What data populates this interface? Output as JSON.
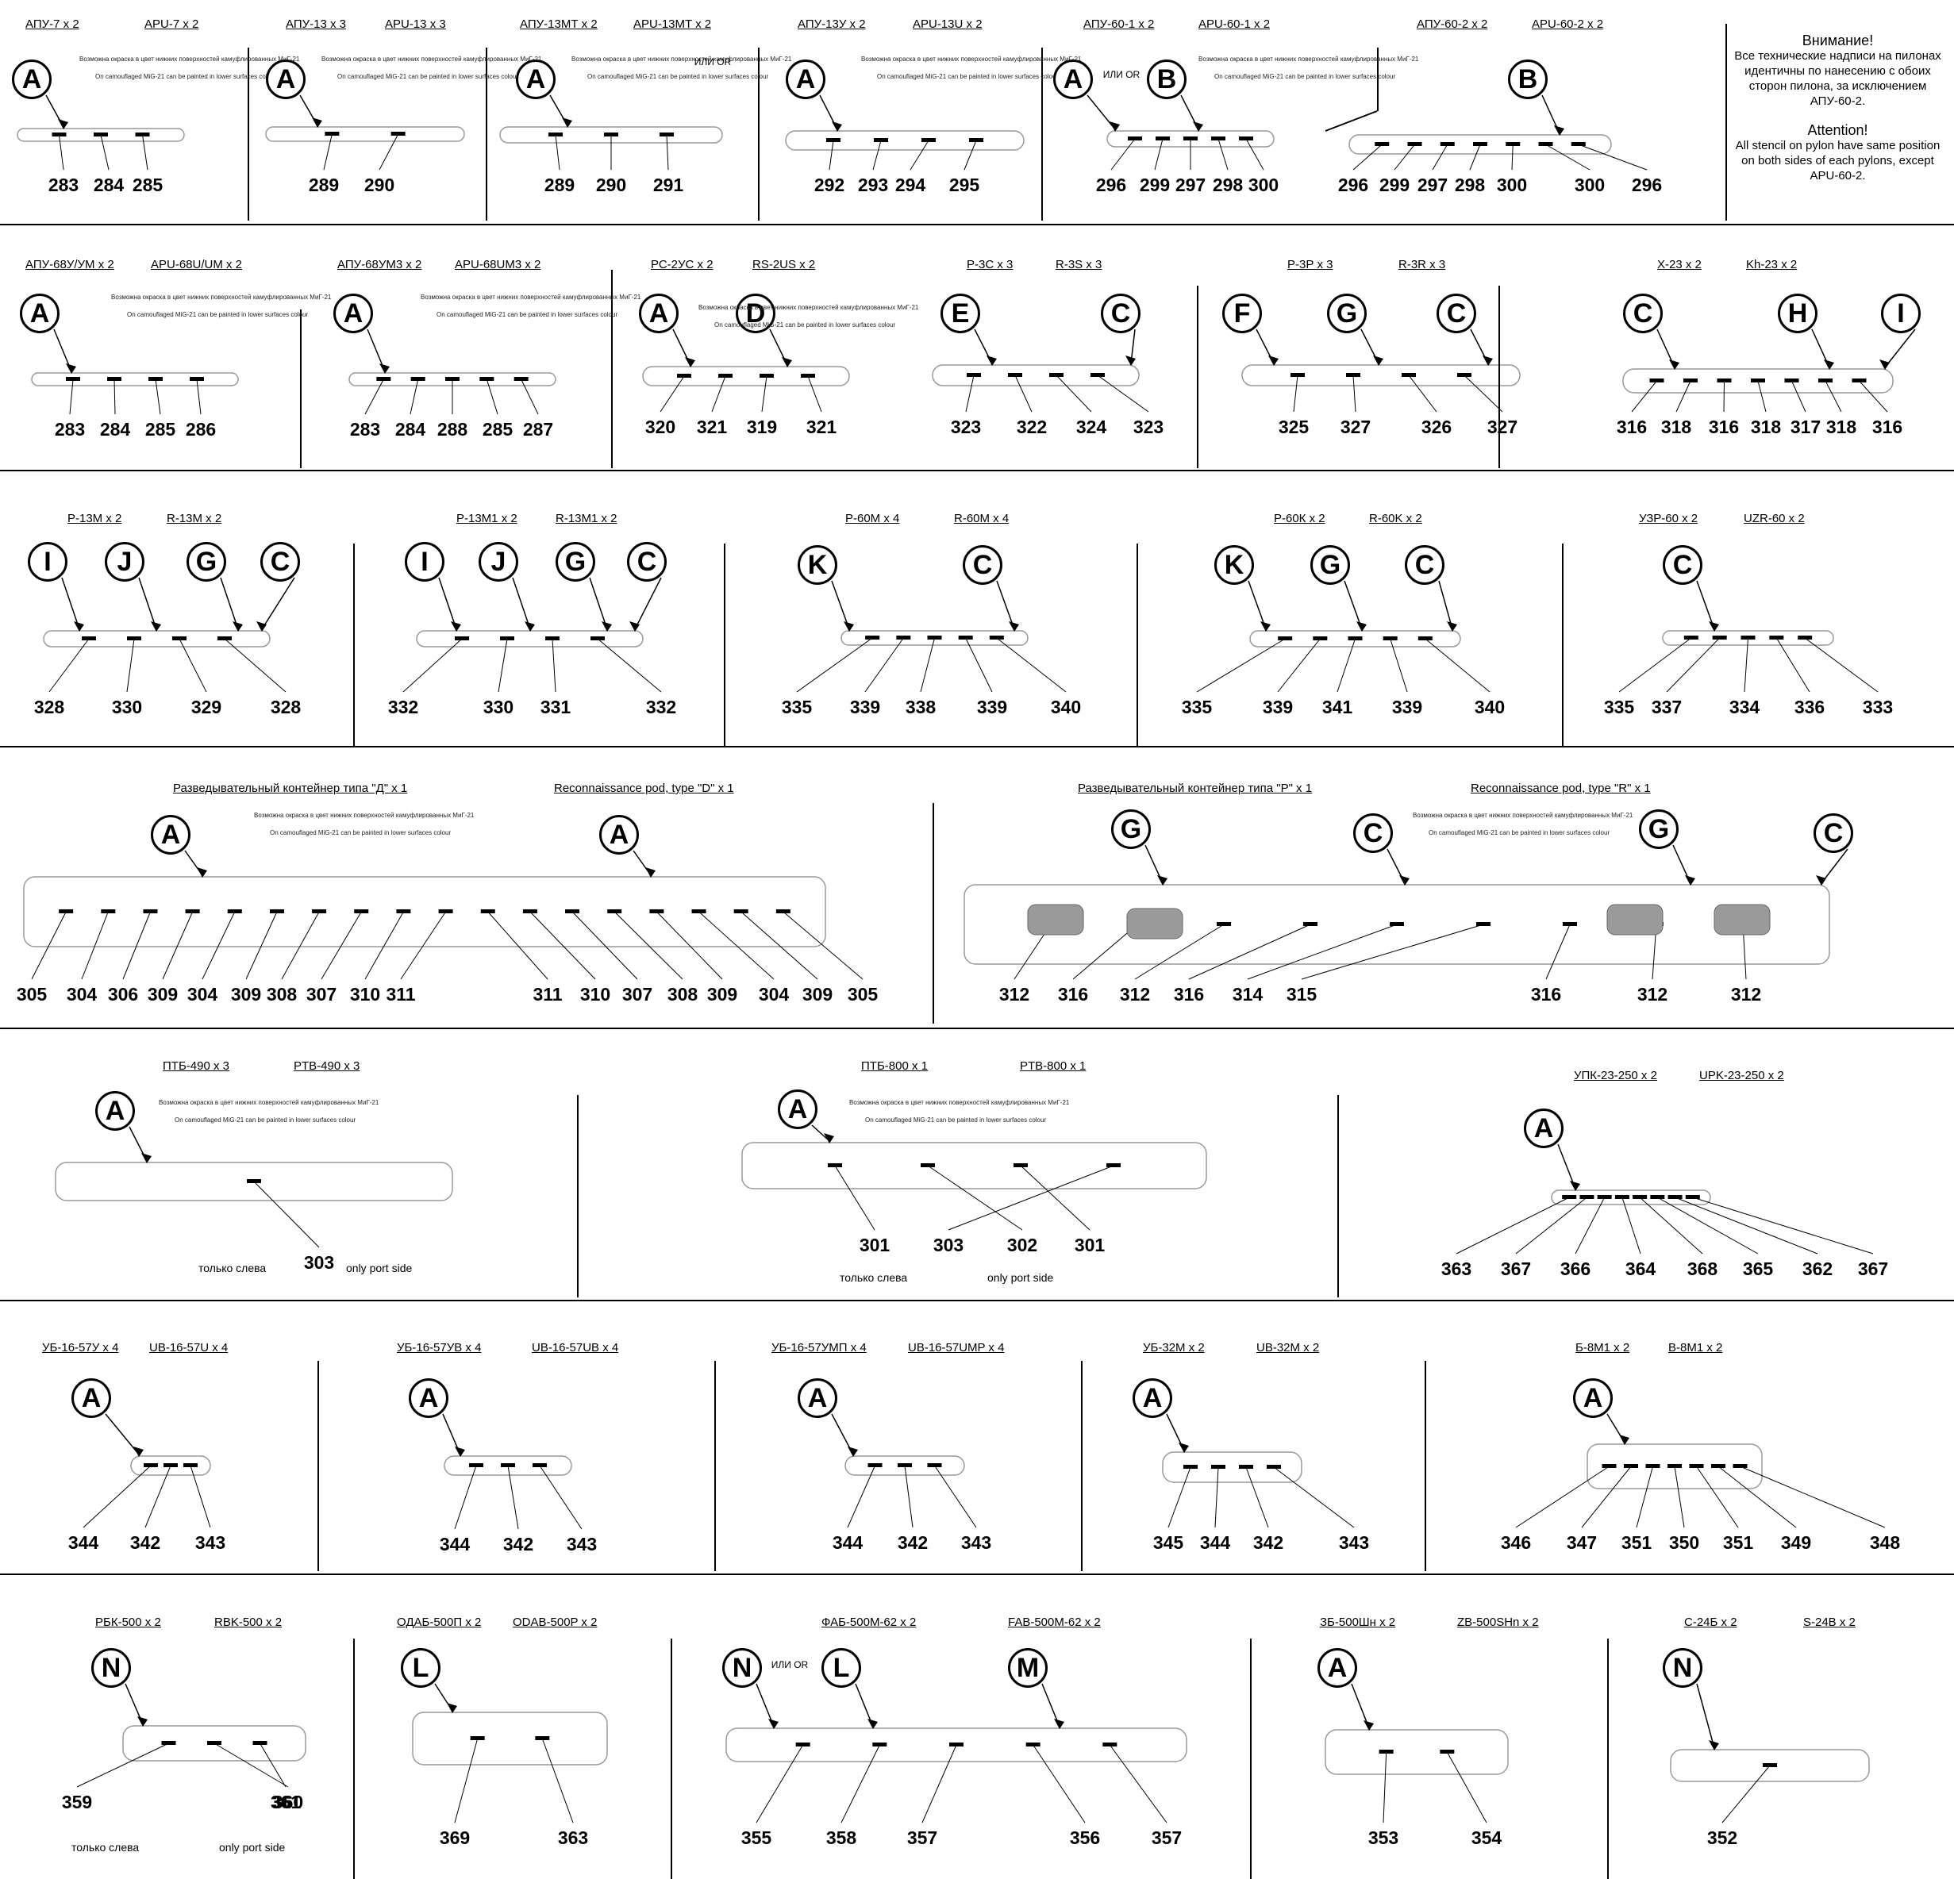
{
  "attention": {
    "ru_title": "Внимание!",
    "ru_text": "Все технические надписи на пилонах идентичны по нанесению с обоих сторон пилона, за исключением АПУ-60-2.",
    "en_title": "Attention!",
    "en_text": "All stencil on pylon have same position on both sides of each pylons, except APU-60-2."
  },
  "paint_note": {
    "ru": "Возможна окраска в цвет нижних поверхностей камуфлированных МиГ-21",
    "en": "On camouflaged MiG-21 can be painted in lower surfaces colour"
  },
  "or_label": "ИЛИ OR",
  "only_port_ru": "только слева",
  "only_port_en": "only port side",
  "items": [
    {
      "ru": "АПУ-7 x 2",
      "en": "APU-7 x 2",
      "markers": [
        "A"
      ],
      "numbers": [
        "283",
        "284",
        "285"
      ],
      "note": true
    },
    {
      "ru": "АПУ-13 x 3",
      "en": "APU-13 x 3",
      "markers": [
        "A"
      ],
      "numbers": [
        "289",
        "290"
      ],
      "note": true
    },
    {
      "ru": "АПУ-13МТ x 2",
      "en": "APU-13MT x 2",
      "markers": [
        "A"
      ],
      "numbers": [
        "289",
        "290",
        "291"
      ],
      "note": true
    },
    {
      "ru": "АПУ-13У x 2",
      "en": "APU-13U x 2",
      "markers": [
        "A"
      ],
      "numbers": [
        "292",
        "293",
        "294",
        "295"
      ],
      "note": true
    },
    {
      "ru": "АПУ-60-1 x 2",
      "en": "APU-60-1 x 2",
      "markers": [
        "A",
        "B"
      ],
      "numbers": [
        "296",
        "299",
        "297",
        "298",
        "300"
      ],
      "note": true
    },
    {
      "ru": "АПУ-60-2 x 2",
      "en": "APU-60-2 x 2",
      "markers": [
        "B"
      ],
      "numbers": [
        "296",
        "299",
        "297",
        "298",
        "300",
        "300",
        "296"
      ],
      "note": false
    },
    {
      "ru": "АПУ-68У/УМ x 2",
      "en": "APU-68U/UM x 2",
      "markers": [
        "A"
      ],
      "numbers": [
        "283",
        "284",
        "285",
        "286"
      ],
      "note": true
    },
    {
      "ru": "АПУ-68УМ3 x 2",
      "en": "APU-68UM3 x 2",
      "markers": [
        "A"
      ],
      "numbers": [
        "283",
        "284",
        "288",
        "285",
        "287"
      ],
      "note": true
    },
    {
      "ru": "РС-2УС x 2",
      "en": "RS-2US x 2",
      "markers": [
        "A",
        "D"
      ],
      "numbers": [
        "320",
        "321",
        "319",
        "321"
      ],
      "note": false
    },
    {
      "ru": "Р-3С x 3",
      "en": "R-3S x 3",
      "markers": [
        "E",
        "C"
      ],
      "numbers": [
        "323",
        "322",
        "324",
        "323"
      ],
      "note": false
    },
    {
      "ru": "Р-3Р x 3",
      "en": "R-3R x 3",
      "markers": [
        "F",
        "G",
        "C"
      ],
      "numbers": [
        "325",
        "327",
        "326",
        "327"
      ],
      "note": false
    },
    {
      "ru": "Х-23 x 2",
      "en": "Kh-23 x 2",
      "markers": [
        "C",
        "H",
        "I"
      ],
      "numbers": [
        "316",
        "318",
        "316",
        "318",
        "317",
        "318",
        "316"
      ],
      "note": false
    },
    {
      "ru": "Р-13М x 2",
      "en": "R-13M x 2",
      "markers": [
        "I",
        "J",
        "G",
        "C"
      ],
      "numbers": [
        "328",
        "330",
        "329",
        "328"
      ],
      "note": false
    },
    {
      "ru": "Р-13М1 x 2",
      "en": "R-13M1 x 2",
      "markers": [
        "I",
        "J",
        "G",
        "C"
      ],
      "numbers": [
        "332",
        "330",
        "331",
        "332"
      ],
      "note": false
    },
    {
      "ru": "Р-60М x 4",
      "en": "R-60M x 4",
      "markers": [
        "K",
        "C"
      ],
      "numbers": [
        "335",
        "339",
        "338",
        "339",
        "340"
      ],
      "note": false
    },
    {
      "ru": "Р-60К x 2",
      "en": "R-60K x 2",
      "markers": [
        "K",
        "G",
        "C"
      ],
      "numbers": [
        "335",
        "339",
        "341",
        "339",
        "340"
      ],
      "note": false
    },
    {
      "ru": "УЗР-60 x 2",
      "en": "UZR-60 x 2",
      "markers": [
        "C"
      ],
      "numbers": [
        "335",
        "337",
        "334",
        "336",
        "333"
      ],
      "note": false
    },
    {
      "ru": "Разведывательный контейнер типа \"Д\" x 1",
      "en": "Reconnaissance pod, type \"D\" x 1",
      "markers": [
        "A",
        "A"
      ],
      "numbers": [
        "305",
        "304",
        "306",
        "309",
        "304",
        "309",
        "308",
        "307",
        "310",
        "311",
        "311",
        "310",
        "307",
        "308",
        "309",
        "304",
        "309",
        "305"
      ],
      "note": true
    },
    {
      "ru": "Разведывательный контейнер типа \"Р\" x 1",
      "en": "Reconnaissance pod, type \"R\" x 1",
      "markers": [
        "G",
        "C",
        "G",
        "C"
      ],
      "numbers": [
        "312",
        "316",
        "312",
        "316",
        "314",
        "315",
        "316",
        "312",
        "312"
      ],
      "note": true
    },
    {
      "ru": "ПТБ-490 x 3",
      "en": "PTB-490 x 3",
      "markers": [
        "A"
      ],
      "numbers": [
        "303"
      ],
      "note": true
    },
    {
      "ru": "ПТБ-800 x 1",
      "en": "PTB-800 x 1",
      "markers": [
        "A"
      ],
      "numbers": [
        "301",
        "302",
        "301",
        "303"
      ],
      "note": true
    },
    {
      "ru": "УПК-23-250 x 2",
      "en": "UPK-23-250 x 2",
      "markers": [
        "A"
      ],
      "numbers": [
        "363",
        "367",
        "366",
        "364",
        "368",
        "365",
        "362",
        "367"
      ],
      "note": false
    },
    {
      "ru": "УБ-16-57У x 4",
      "en": "UB-16-57U x 4",
      "markers": [
        "A"
      ],
      "numbers": [
        "344",
        "342",
        "343"
      ],
      "note": false
    },
    {
      "ru": "УБ-16-57УВ x 4",
      "en": "UB-16-57UB x 4",
      "markers": [
        "A"
      ],
      "numbers": [
        "344",
        "342",
        "343"
      ],
      "note": false
    },
    {
      "ru": "УБ-16-57УМП x 4",
      "en": "UB-16-57UMP x 4",
      "markers": [
        "A"
      ],
      "numbers": [
        "344",
        "342",
        "343"
      ],
      "note": false
    },
    {
      "ru": "УБ-32М x 2",
      "en": "UB-32M x 2",
      "markers": [
        "A"
      ],
      "numbers": [
        "345",
        "344",
        "342",
        "343"
      ],
      "note": false
    },
    {
      "ru": "Б-8М1 x 2",
      "en": "B-8M1 x 2",
      "markers": [
        "A"
      ],
      "numbers": [
        "346",
        "347",
        "351",
        "350",
        "351",
        "349",
        "348"
      ],
      "note": false
    },
    {
      "ru": "РБК-500 x 2",
      "en": "RBK-500 x 2",
      "markers": [
        "N"
      ],
      "numbers": [
        "359",
        "360",
        "361"
      ],
      "note": false
    },
    {
      "ru": "ОДАБ-500П x 2",
      "en": "ODAB-500P x 2",
      "markers": [
        "L"
      ],
      "numbers": [
        "369",
        "363"
      ],
      "note": false
    },
    {
      "ru": "ФАБ-500М-62 x 2",
      "en": "FAB-500M-62 x 2",
      "markers": [
        "N",
        "L",
        "M"
      ],
      "numbers": [
        "355",
        "358",
        "357",
        "356",
        "357"
      ],
      "note": false
    },
    {
      "ru": "ЗБ-500Шн x 2",
      "en": "ZB-500SHn x 2",
      "markers": [
        "A"
      ],
      "numbers": [
        "353",
        "354"
      ],
      "note": false
    },
    {
      "ru": "С-24Б x 2",
      "en": "S-24B x 2",
      "markers": [
        "N"
      ],
      "numbers": [
        "352"
      ],
      "note": false
    }
  ]
}
